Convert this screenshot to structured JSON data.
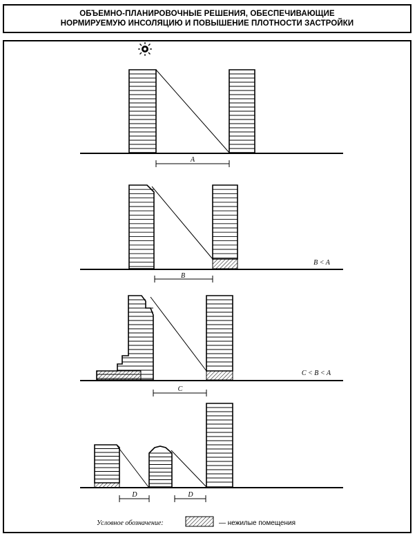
{
  "title": {
    "line1": "ОБЪЕМНО-ПЛАНИРОВОЧНЫЕ РЕШЕНИЯ, ОБЕСПЕЧИВАЮЩИЕ",
    "line2": "НОРМИРУЕМУЮ ИНСОЛЯЦИЮ И ПОВЫШЕНИЕ ПЛОТНОСТИ ЗАСТРОЙКИ"
  },
  "panels": [
    {
      "dimension_label": "A",
      "relation": ""
    },
    {
      "dimension_label": "B",
      "relation": "B < A"
    },
    {
      "dimension_label": "C",
      "relation": "C < B < A"
    },
    {
      "dimension_label": "D",
      "dimension_label_2": "D",
      "relation": ""
    }
  ],
  "legend": {
    "caption": "Условное обозначение:",
    "item_label": "— нежилые помещения"
  },
  "icons": {
    "sun": "sun-icon"
  }
}
